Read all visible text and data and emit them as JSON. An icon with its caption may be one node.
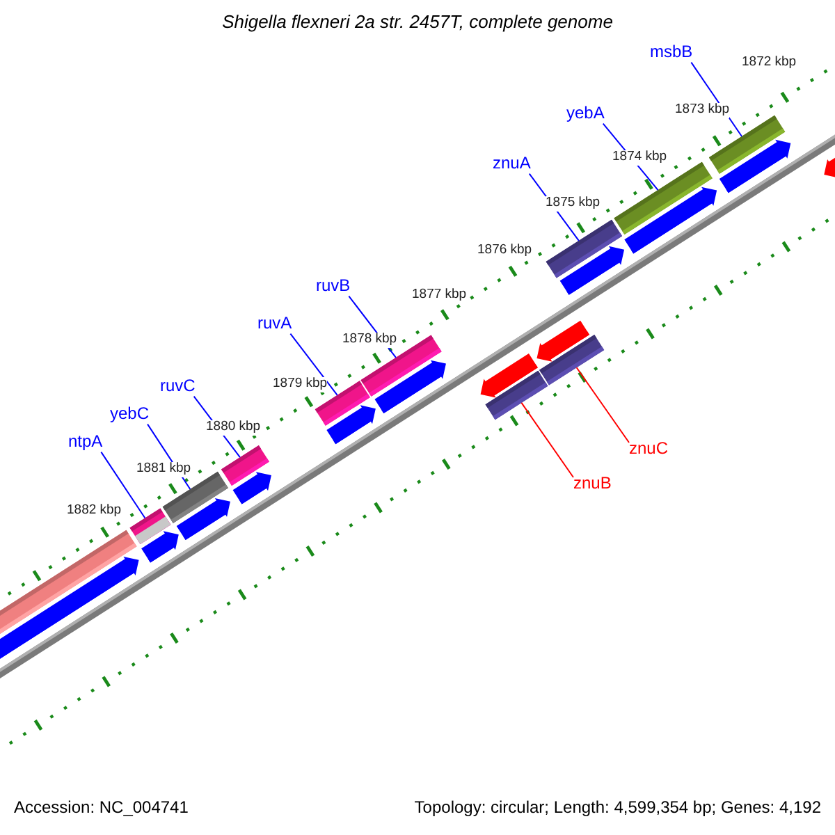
{
  "diagram": {
    "title": "Shigella flexneri 2a str. 2457T, complete genome",
    "nodes": [
      {
        "text": [
          "msbB"
        ]
      },
      {
        "text": [
          "yebA"
        ]
      },
      {
        "text": [
          "znuA"
        ]
      },
      {
        "text": [
          "ruvB"
        ]
      },
      {
        "text": [
          "ruvA"
        ]
      },
      {
        "text": [
          "ruvC"
        ]
      },
      {
        "text": [
          "yebC"
        ]
      },
      {
        "text": [
          "ntpA"
        ]
      },
      {
        "text": [
          "znuC"
        ]
      },
      {
        "text": [
          "znuB"
        ]
      },
      {
        "text": [],
        "shape": "bar"
      },
      {
        "text": [],
        "shape": "bar"
      },
      {
        "text": [],
        "shape": "bar"
      },
      {
        "text": [],
        "shape": "bar"
      },
      {
        "text": [],
        "shape": "bar"
      },
      {
        "text": [],
        "shape": "bar"
      },
      {
        "text": [],
        "shape": "bar"
      },
      {
        "text": [],
        "shape": "bar"
      },
      {
        "text": [],
        "shape": "bar"
      },
      {
        "text": [],
        "shape": "bar"
      }
    ],
    "edges": [
      {
        "from": 0,
        "to": 17,
        "arrow": "none"
      },
      {
        "from": 1,
        "to": 16,
        "arrow": "none"
      },
      {
        "from": 2,
        "to": 15,
        "arrow": "none"
      },
      {
        "from": 3,
        "to": 14,
        "arrow": "none"
      },
      {
        "from": 4,
        "to": 13,
        "arrow": "none"
      },
      {
        "from": 5,
        "to": 12,
        "arrow": "none"
      },
      {
        "from": 6,
        "to": 11,
        "arrow": "none"
      },
      {
        "from": 7,
        "to": 10,
        "arrow": "none"
      },
      {
        "from": 8,
        "to": 19,
        "arrow": "none",
        "color": "#ff0000"
      },
      {
        "from": 9,
        "to": 18,
        "arrow": "none",
        "color": "#ff0000"
      }
    ],
    "labels": [
      "1872 kbp",
      "1873 kbp",
      "1874 kbp",
      "1875 kbp",
      "1876 kbp",
      "1877 kbp",
      "1878 kbp",
      "1879 kbp",
      "1880 kbp",
      "1881 kbp",
      "1882 kbp",
      "Accession: NC_004741",
      "Topology: circular; Length: 4,599,354 bp; Genes: 4,192"
    ]
  }
}
